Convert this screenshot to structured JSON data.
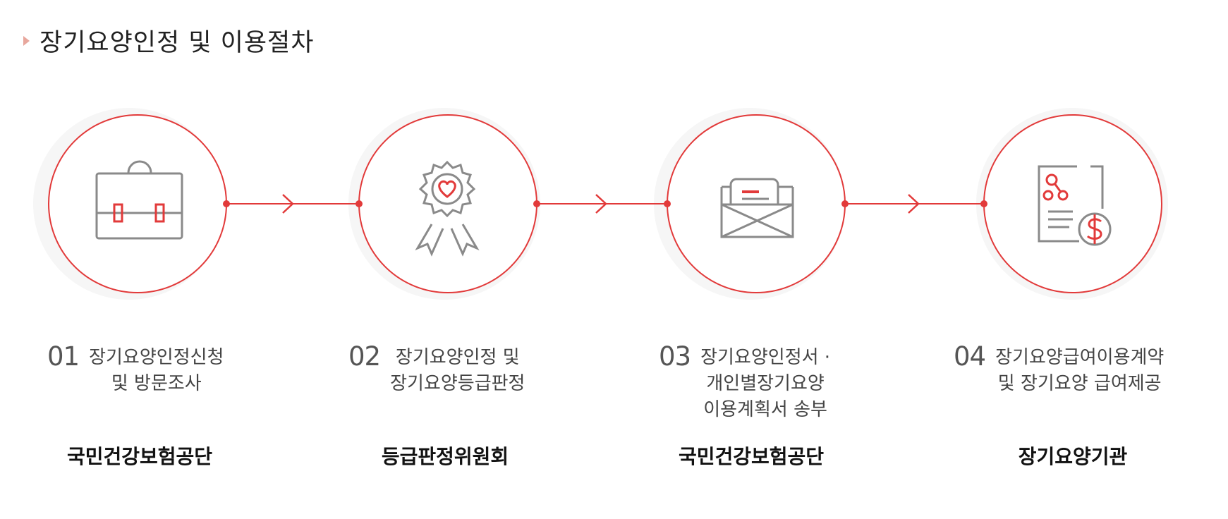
{
  "title": "장기요양인정 및 이용절차",
  "colors": {
    "accent": "#e23a3a",
    "halo": "#f6f6f6",
    "icon": "#8a8a8a"
  },
  "steps": [
    {
      "number": "01",
      "lines": [
        "장기요양인정신청",
        "및 방문조사"
      ],
      "org": "국민건강보험공단",
      "icon": "briefcase-icon"
    },
    {
      "number": "02",
      "lines": [
        "장기요양인정 및",
        "장기요양등급판정"
      ],
      "org": "등급판정위원회",
      "icon": "award-badge-icon"
    },
    {
      "number": "03",
      "lines": [
        "장기요양인정서 ·",
        "개인별장기요양",
        "이용계획서 송부"
      ],
      "org": "국민건강보험공단",
      "icon": "envelope-document-icon"
    },
    {
      "number": "04",
      "lines": [
        "장기요양급여이용계약",
        "및 장기요양 급여제공"
      ],
      "org": "장기요양기관",
      "icon": "contract-payment-icon"
    }
  ]
}
